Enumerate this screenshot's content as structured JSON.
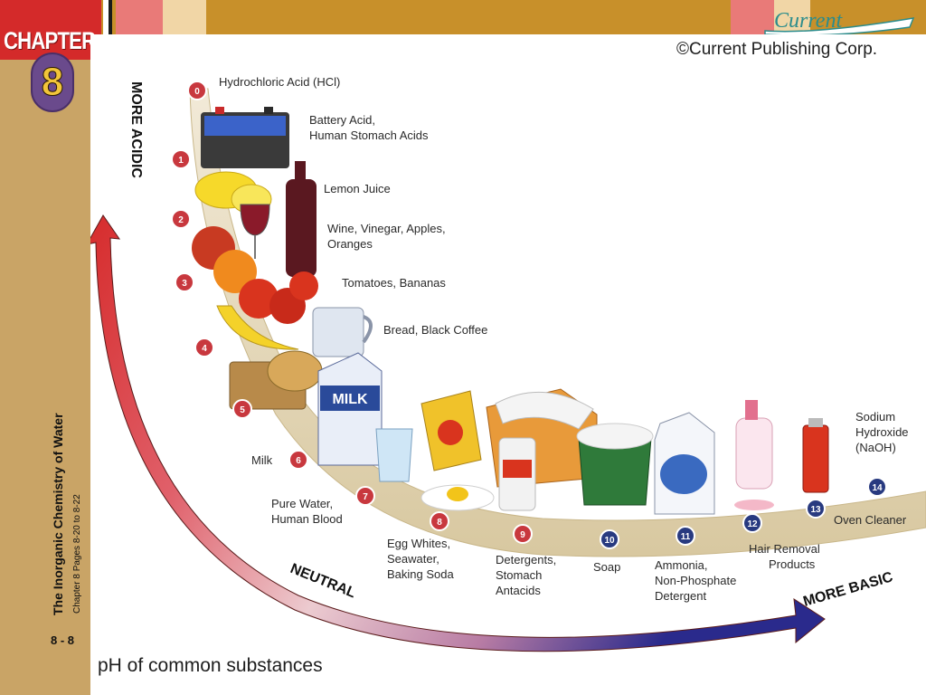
{
  "slide": {
    "chapter_word": "CHAPTER",
    "chapter_number": "8",
    "brand_logo": "Current",
    "side_title": "The Inorganic Chemistry of Water",
    "side_subtitle": "Chapter 8 Pages 8-20 to 8-22",
    "page_number": "8 - 8"
  },
  "figure": {
    "copyright": "©Current Publishing Corp.",
    "caption": "pH of common substances",
    "axis_labels": {
      "acidic": "MORE ACIDIC",
      "neutral": "NEUTRAL",
      "basic": "MORE BASIC"
    },
    "ph_markers": [
      "0",
      "1",
      "2",
      "3",
      "4",
      "5",
      "6",
      "7",
      "8",
      "9",
      "10",
      "11",
      "12",
      "13",
      "14"
    ],
    "substances": [
      {
        "lines": [
          "Hydrochloric Acid (HCl)"
        ]
      },
      {
        "lines": [
          "Battery Acid,",
          "Human Stomach Acids"
        ]
      },
      {
        "lines": [
          "Lemon Juice"
        ]
      },
      {
        "lines": [
          "Wine, Vinegar, Apples,",
          "Oranges"
        ]
      },
      {
        "lines": [
          "Tomatoes, Bananas"
        ]
      },
      {
        "lines": [
          "Bread, Black Coffee"
        ]
      },
      {
        "lines": [
          "Milk"
        ]
      },
      {
        "lines": [
          "Pure Water,",
          "Human Blood"
        ]
      },
      {
        "lines": [
          "Egg Whites,",
          "Seawater,",
          "Baking Soda"
        ]
      },
      {
        "lines": [
          "Detergents,",
          "Stomach",
          "Antacids"
        ]
      },
      {
        "lines": [
          "Soap"
        ]
      },
      {
        "lines": [
          "Ammonia,",
          "Non-Phosphate",
          "Detergent"
        ]
      },
      {
        "lines": [
          "Hair Removal",
          "Products"
        ]
      },
      {
        "lines": [
          "Oven Cleaner"
        ]
      },
      {
        "lines": [
          "Sodium",
          "Hydroxide",
          "(NaOH)"
        ]
      }
    ],
    "item_texts": {
      "milk_carton": "MILK"
    },
    "colors": {
      "arrow_acid": "#d62b2b",
      "arrow_neutral": "#e9c0c4",
      "arrow_base": "#2a2a8c",
      "marker_fill": "#c8383e",
      "marker_fill_base": "#283a80",
      "ledge": "#e8dcc0"
    }
  }
}
